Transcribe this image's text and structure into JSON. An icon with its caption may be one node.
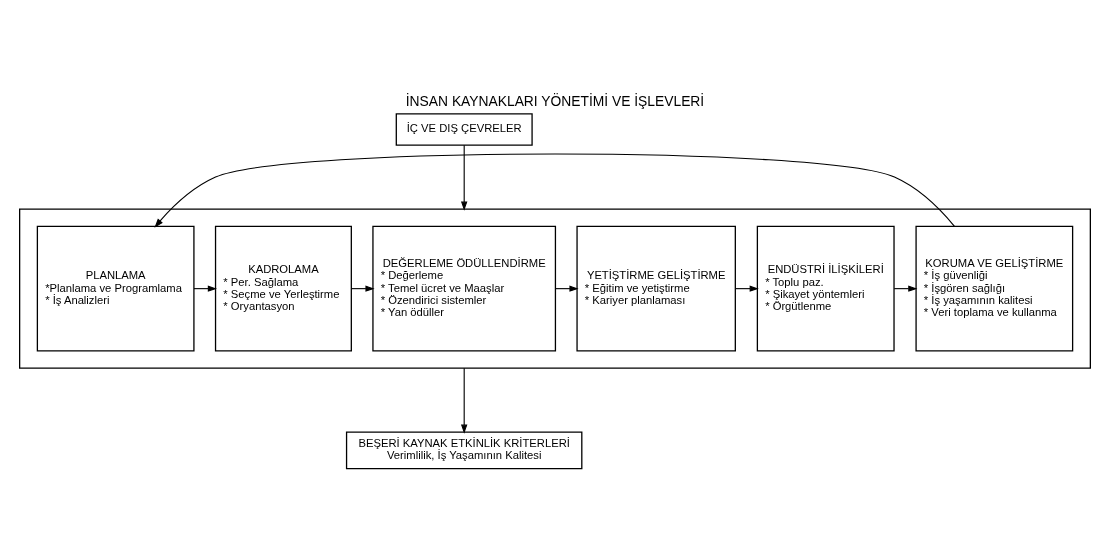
{
  "diagram": {
    "title": "İNSAN KAYNAKLARI YÖNETİMİ VE İŞLEVLERİ",
    "nodes": [
      {
        "text": [
          "İÇ VE DIŞ ÇEVRELER"
        ]
      },
      {
        "text": [],
        "shape": "box"
      },
      {
        "text": [
          "PLANLAMA",
          "*Planlama ve Programlama",
          "* İş Analizleri"
        ],
        "in": 1
      },
      {
        "text": [
          "KADROLAMA",
          "* Per. Sağlama",
          "* Seçme ve Yerleştirme",
          "* Oryantasyon"
        ],
        "in": 1
      },
      {
        "text": [
          "DEĞERLEME ÖDÜLLENDİRME",
          "* Değerleme",
          "* Temel ücret ve Maaşlar",
          "* Özendirici sistemler",
          "* Yan ödüller"
        ],
        "in": 1
      },
      {
        "text": [
          "YETİŞTİRME GELİŞTİRME",
          "* Eğitim ve yetiştirme",
          "* Kariyer planlaması"
        ],
        "in": 1
      },
      {
        "text": [
          "ENDÜSTRİ İLİŞKİLERİ",
          "* Toplu paz.",
          "* Şikayet yöntemleri",
          "* Örgütlenme"
        ],
        "in": 1
      },
      {
        "text": [
          "KORUMA VE GELİŞTİRME",
          "* İş güvenliği",
          "* İşgören sağlığı",
          "* İş yaşamının kalitesi",
          "* Veri toplama ve kullanma"
        ],
        "in": 1
      },
      {
        "text": [
          "BEŞERİ KAYNAK ETKİNLİK KRİTERLERİ",
          "Verimlilik, İş Yaşamının Kalitesi"
        ]
      }
    ],
    "edges": [
      {
        "from": 0,
        "to": 1,
        "arrow": "to"
      },
      {
        "from": 2,
        "to": 3,
        "arrow": "to"
      },
      {
        "from": 3,
        "to": 4,
        "arrow": "to"
      },
      {
        "from": 4,
        "to": 5,
        "arrow": "to"
      },
      {
        "from": 5,
        "to": 6,
        "arrow": "to"
      },
      {
        "from": 6,
        "to": 7,
        "arrow": "to"
      },
      {
        "from": 7,
        "to": 2,
        "arrow": "to"
      },
      {
        "from": 1,
        "to": 8,
        "arrow": "to"
      }
    ]
  }
}
